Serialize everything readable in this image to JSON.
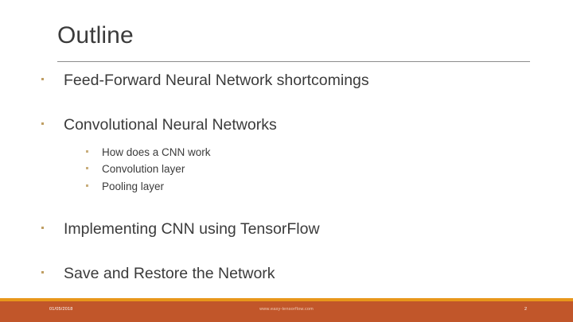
{
  "slide": {
    "title": "Outline",
    "bullets": [
      {
        "label": "Feed-Forward Neural Network shortcomings",
        "sub": []
      },
      {
        "label": "Convolutional Neural Networks",
        "sub": [
          "How does a CNN work",
          "Convolution layer",
          "Pooling layer"
        ]
      },
      {
        "label": "Implementing CNN using TensorFlow",
        "sub": []
      },
      {
        "label": "Save and Restore the Network",
        "sub": []
      }
    ]
  },
  "footer": {
    "date": "01/05/2018",
    "website": "www.easy-tensorflow.com",
    "page_number": "2"
  },
  "colors": {
    "accent_orange": "#e8971b",
    "footer_orange": "#c1562a",
    "bullet_tan": "#bf9e63",
    "text_gray": "#3b3b3b",
    "rule_gray": "#8c8c8c"
  }
}
